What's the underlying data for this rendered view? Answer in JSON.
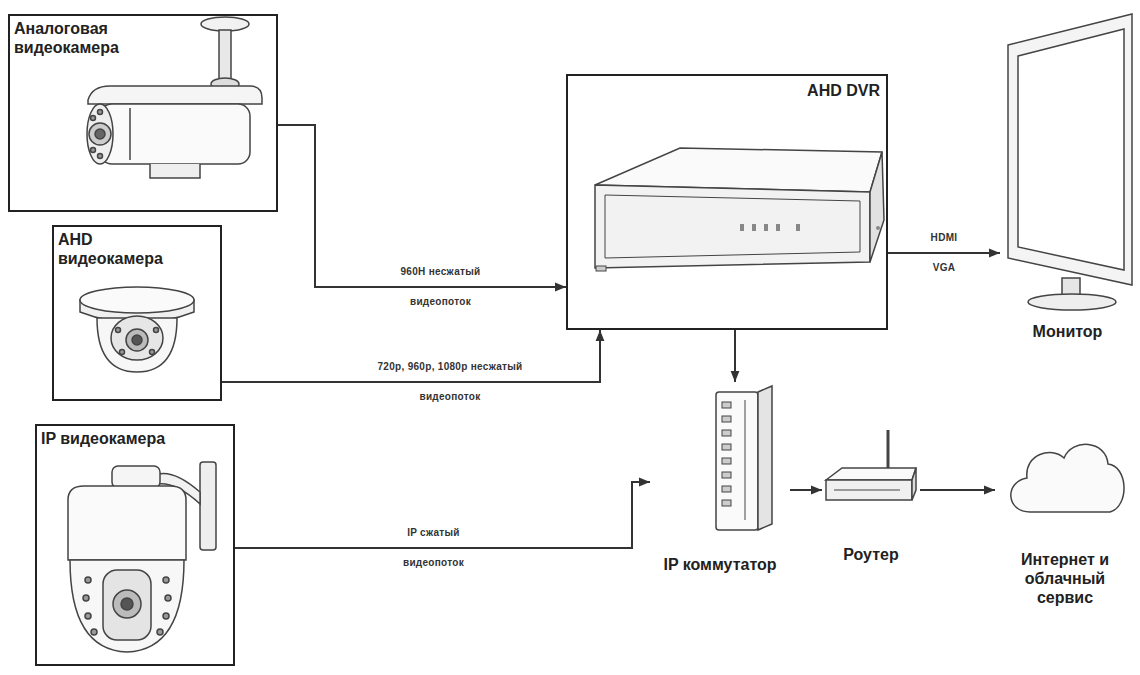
{
  "diagram": {
    "nodes": [
      {
        "text": [
          "Аналоговая видеокамера"
        ]
      },
      {
        "text": [
          "AHD DVR"
        ]
      },
      {
        "text": [
          "Монитор"
        ]
      },
      {
        "text": [
          "AHD видеокамера"
        ]
      },
      {
        "text": [
          "IP видеокамера"
        ]
      },
      {
        "text": [
          "IP коммутатор"
        ]
      },
      {
        "text": [
          "Роутер"
        ]
      },
      {
        "text": [
          "Интернет и облачный сервис"
        ]
      }
    ],
    "edges": [
      {
        "from": 0,
        "to": 1,
        "arrow": "to",
        "label": "960H несжатый видеопоток"
      },
      {
        "from": 3,
        "to": 1,
        "arrow": "to",
        "label": "720p, 960p, 1080p несжатый видеопоток"
      },
      {
        "from": 1,
        "to": 2,
        "arrow": "to",
        "label": "HDMI VGA"
      },
      {
        "from": 1,
        "to": 5,
        "arrow": "to"
      },
      {
        "from": 4,
        "to": 5,
        "arrow": "to",
        "label": "IP сжатый видеопоток"
      },
      {
        "from": 5,
        "to": 6,
        "arrow": "to"
      },
      {
        "from": 6,
        "to": 7,
        "arrow": "to"
      }
    ]
  }
}
